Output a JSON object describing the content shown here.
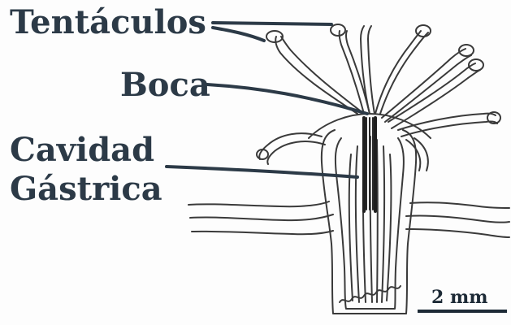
{
  "labels": {
    "tentaculos": "Tentáculos",
    "boca": "Boca",
    "cavidad_line1": "Cavidad",
    "cavidad_line2": "Gástrica"
  },
  "scale_bar": {
    "text": "2 mm"
  },
  "colors": {
    "ink": "#2c3a47",
    "outline": "#3a3a3a",
    "background": "#fdfdfd"
  }
}
